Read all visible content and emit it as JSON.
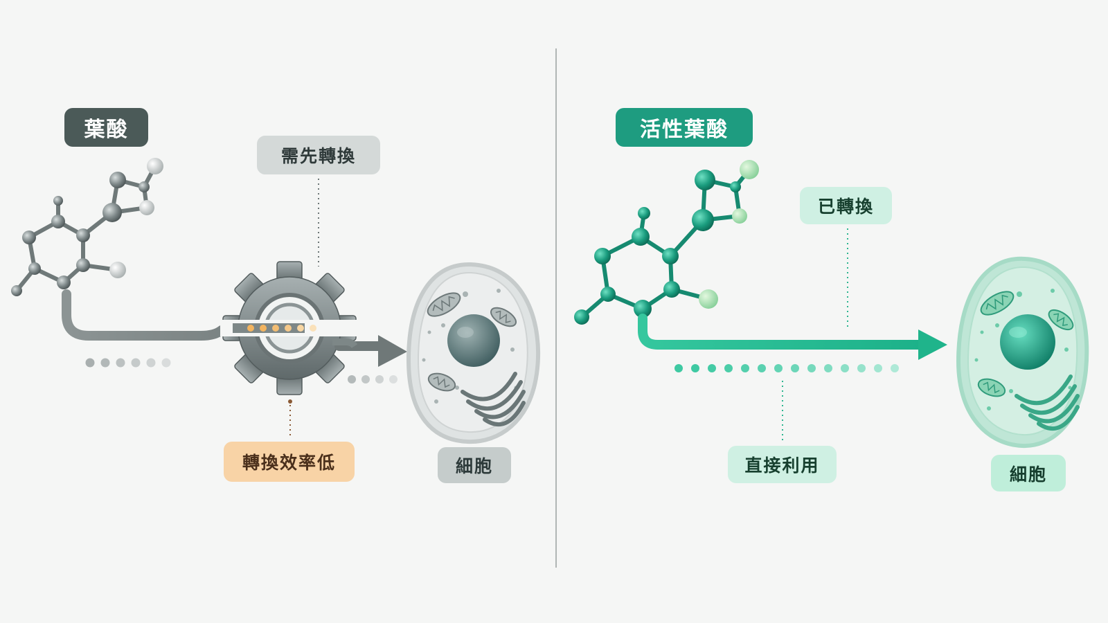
{
  "left_panel": {
    "title": "葉酸",
    "callout_top": "需先轉換",
    "callout_bottom": "轉換效率低",
    "cell_label": "細胞"
  },
  "right_panel": {
    "title": "活性葉酸",
    "callout_top": "已轉換",
    "callout_bottom": "直接利用",
    "cell_label": "細胞"
  },
  "icons": {
    "left_molecule": "molecule-icon",
    "gear": "gear-icon",
    "left_cell": "cell-icon",
    "right_molecule": "molecule-icon",
    "right_cell": "cell-icon"
  },
  "colors": {
    "background": "#f5f6f5",
    "left_title_bg": "#4b5a58",
    "left_callout_bg": "#d4d9d8",
    "low_efficiency_bg": "#f8d3a6",
    "left_cell_label_bg": "#c5cccb",
    "right_title_bg": "#1e9c80",
    "right_callout_bg": "#cff0e3",
    "gray_accent": "#7a8383",
    "green_accent": "#24b48e",
    "orange_accent": "#f0b86a"
  }
}
